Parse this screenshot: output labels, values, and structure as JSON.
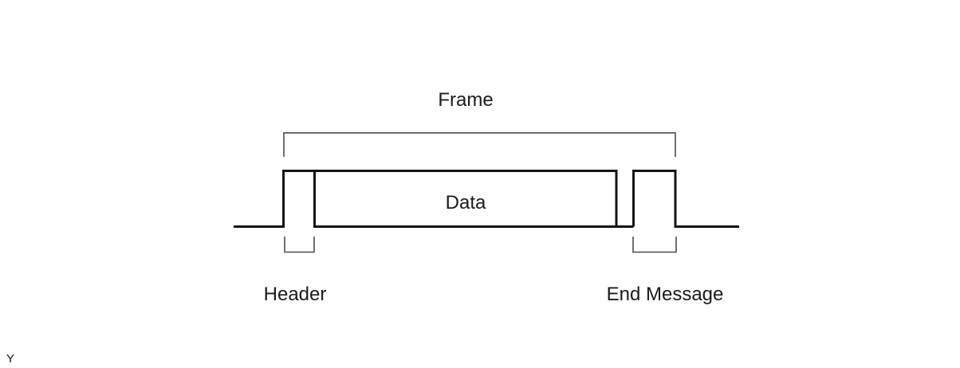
{
  "diagram": {
    "frame_label": "Frame",
    "data_label": "Data",
    "header_label": "Header",
    "end_message_label": "End Message",
    "corner_label": "Y",
    "colors": {
      "waveform": "#141414",
      "bracket": "#4d4d4d",
      "text": "#1a1a1a",
      "background": "#ffffff"
    }
  }
}
